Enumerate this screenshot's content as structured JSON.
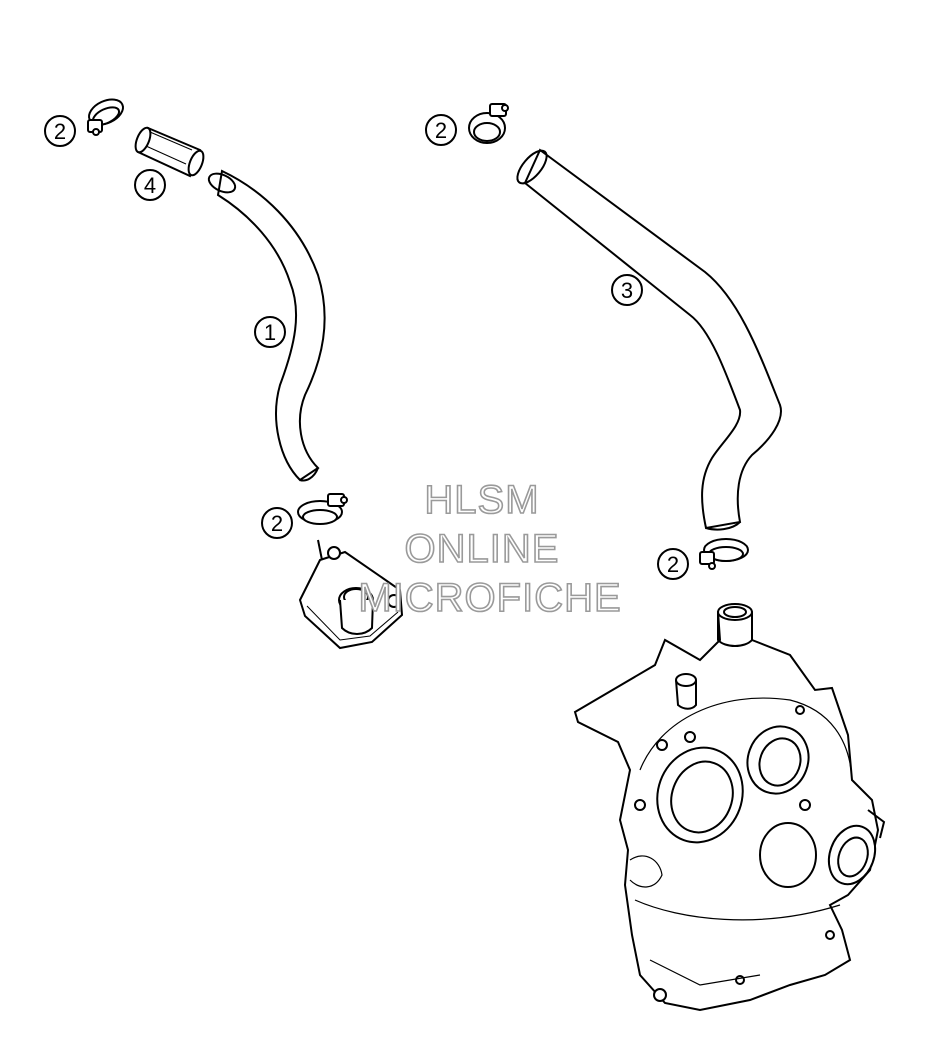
{
  "diagram": {
    "callouts": [
      {
        "id": "hose-1",
        "label": "1"
      },
      {
        "id": "clamp-top-left",
        "label": "2"
      },
      {
        "id": "clamp-top-right",
        "label": "2"
      },
      {
        "id": "clamp-middle",
        "label": "2"
      },
      {
        "id": "clamp-lower-right",
        "label": "2"
      },
      {
        "id": "hose-3",
        "label": "3"
      },
      {
        "id": "sleeve-4",
        "label": "4"
      }
    ],
    "watermark": {
      "line1": "HLSM",
      "line2": "ONLINE",
      "line3": "MICROFICHE"
    }
  }
}
